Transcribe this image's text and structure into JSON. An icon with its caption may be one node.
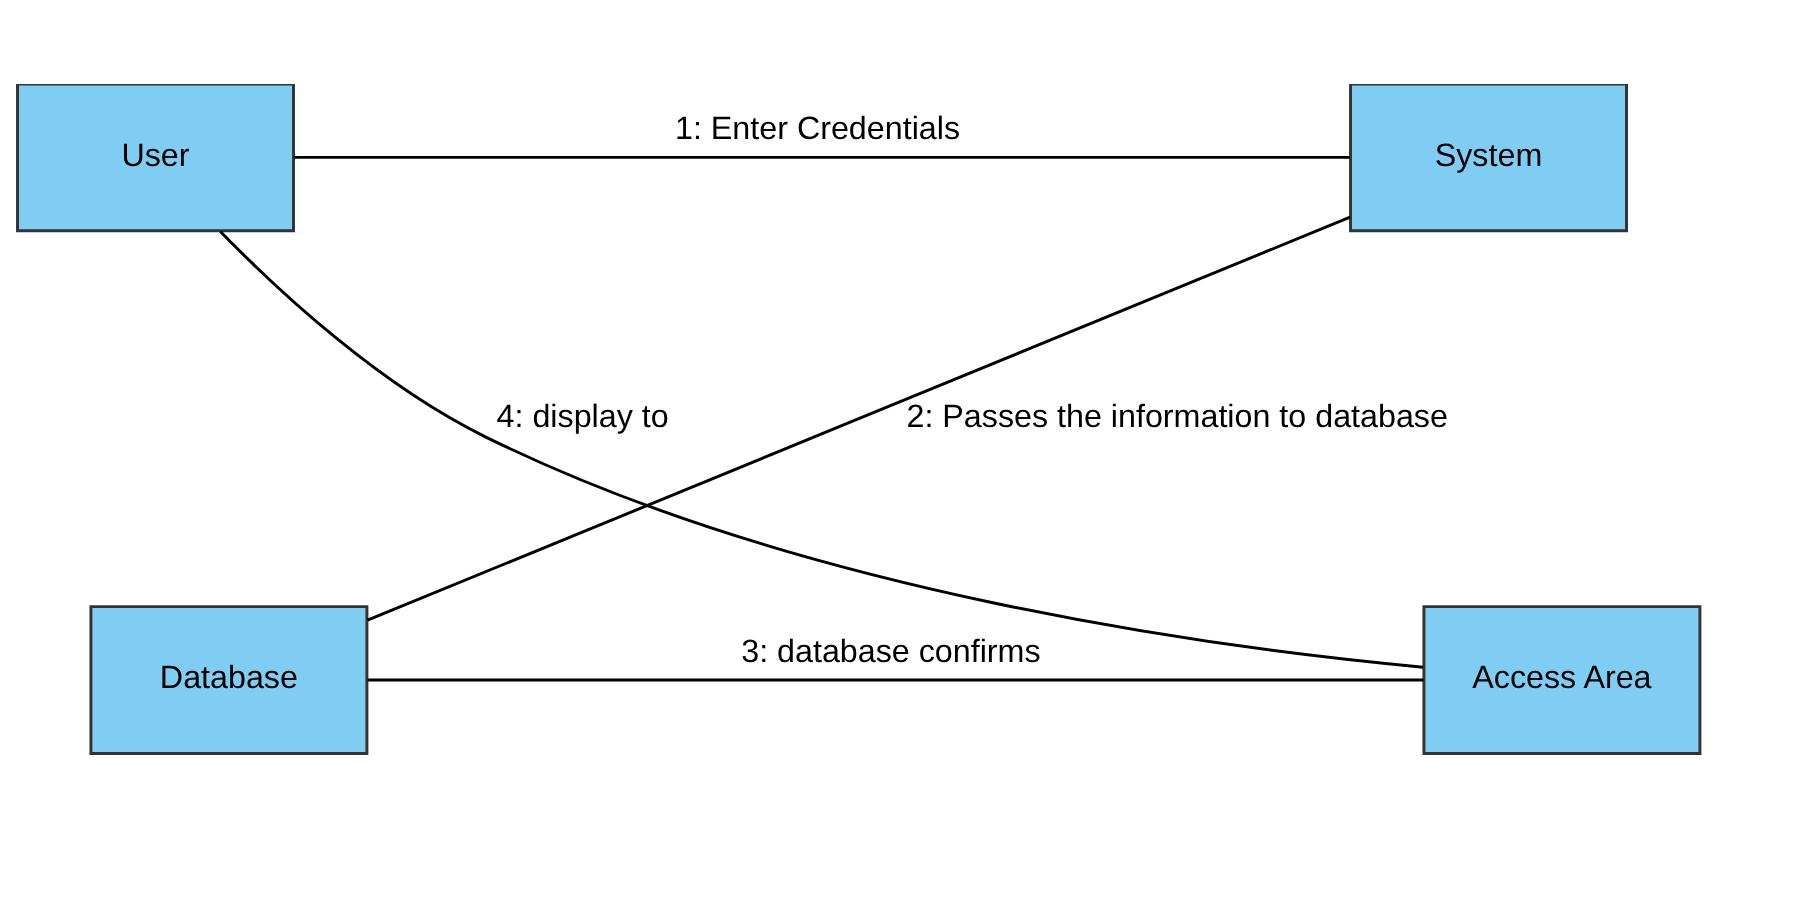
{
  "diagram": {
    "nodes": [
      {
        "text": [
          "User"
        ]
      },
      {
        "text": [
          "System"
        ]
      },
      {
        "text": [
          "Database"
        ]
      },
      {
        "text": [
          "Access Area"
        ]
      }
    ],
    "edges": [
      {
        "from": 0,
        "to": 1,
        "arrow": "none",
        "label": "1: Enter Credentials"
      },
      {
        "from": 1,
        "to": 2,
        "arrow": "none",
        "label": "2: Passes the information to database"
      },
      {
        "from": 2,
        "to": 3,
        "arrow": "none",
        "label": "3: database confirms"
      },
      {
        "from": 3,
        "to": 0,
        "arrow": "none",
        "label": "4: display to"
      }
    ]
  }
}
